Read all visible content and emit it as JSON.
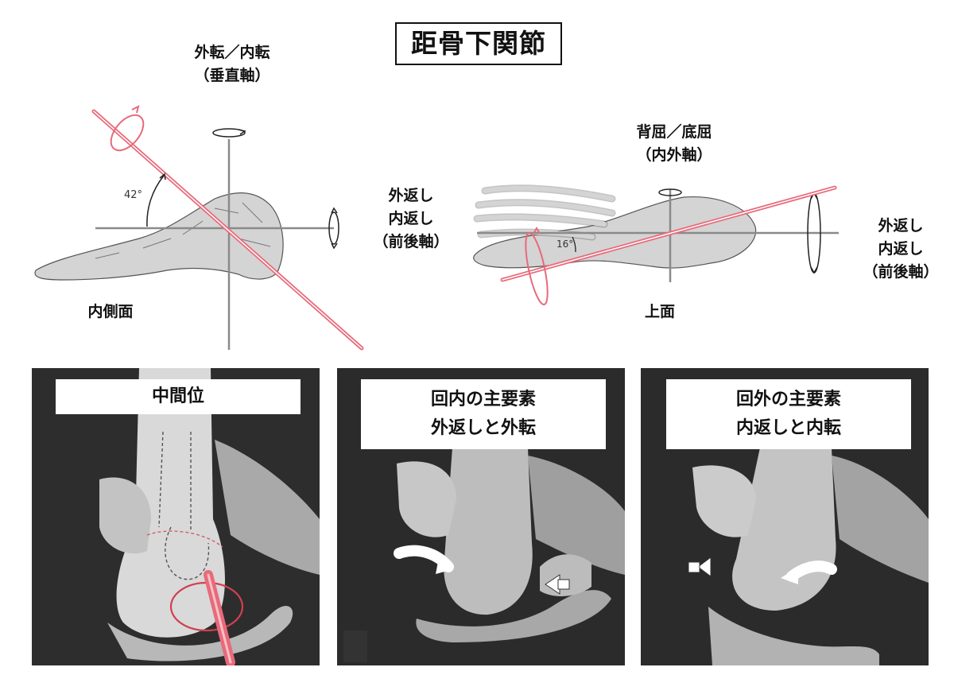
{
  "title": "距骨下関節",
  "medial_view": {
    "axis_vertical_label": [
      "外転／内転",
      "（垂直軸）"
    ],
    "axis_ap_label": [
      "外返し",
      "内返し",
      "（前後軸）"
    ],
    "angle_label": "42°",
    "view_label": "内側面"
  },
  "superior_view": {
    "axis_ml_label": [
      "背屈／底屈",
      "（内外軸）"
    ],
    "axis_ap_label": [
      "外返し",
      "内返し",
      "（前後軸）"
    ],
    "angle_label": "16°",
    "view_label": "上面"
  },
  "panels": [
    {
      "caption": [
        "中間位"
      ]
    },
    {
      "caption": [
        "回内の主要素",
        "外返しと外転"
      ]
    },
    {
      "caption": [
        "回外の主要素",
        "内返しと内転"
      ]
    }
  ],
  "colors": {
    "oblique_axis": "#e86a7a",
    "axis": "#8a8a8a",
    "bone": "#cccccc",
    "photo_bg": "#2b2b2b"
  }
}
